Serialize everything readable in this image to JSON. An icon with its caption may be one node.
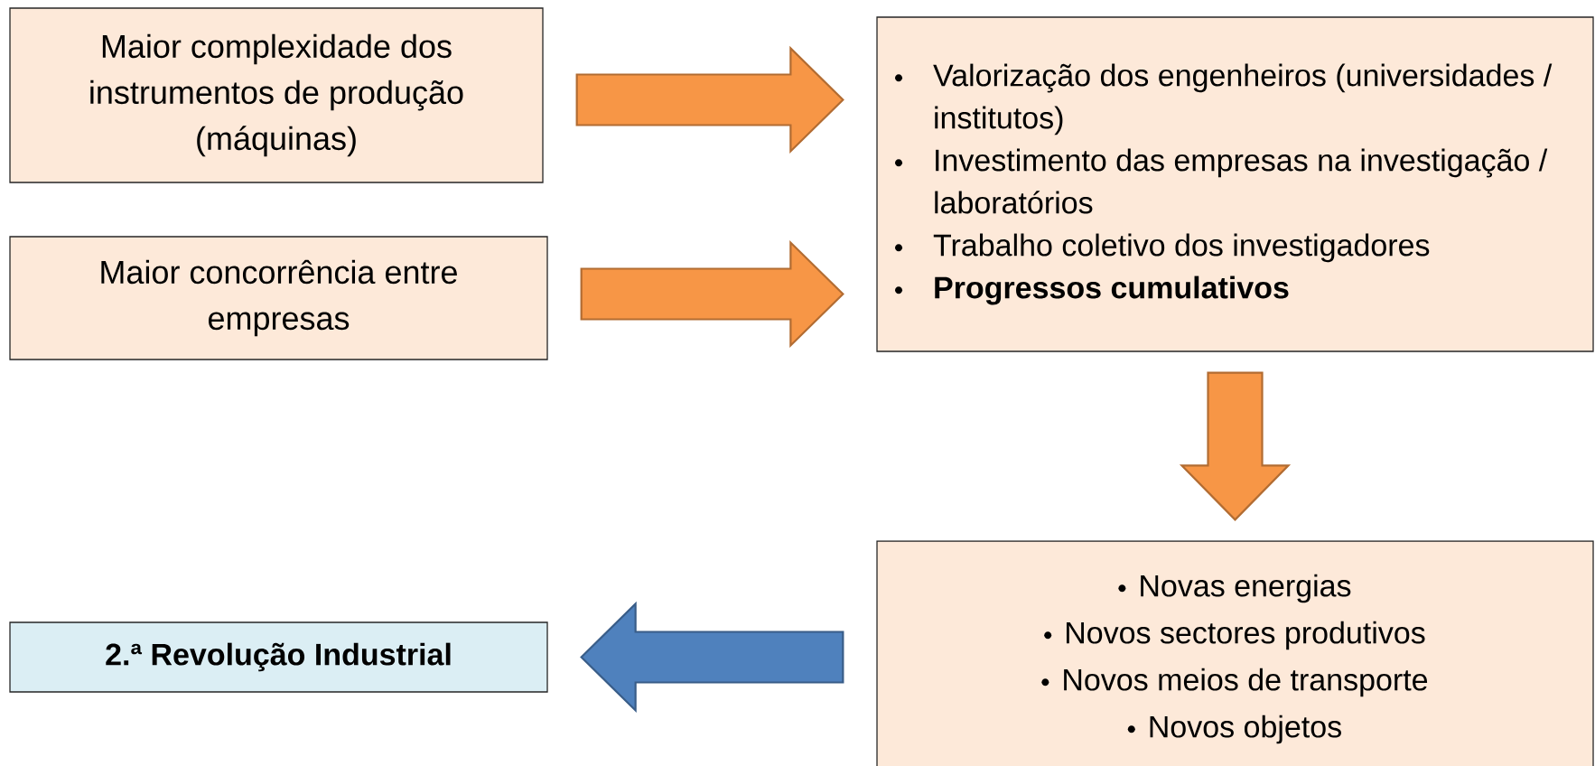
{
  "diagram": {
    "nodes": [
      {
        "text": [
          "Maior complexidade dos instrumentos de produção (máquinas)"
        ]
      },
      {
        "text": [
          "Maior concorrência entre empresas"
        ]
      },
      {
        "text": [
          "Valorização dos engenheiros (universidades / institutos)",
          "Investimento das empresas na investigação / laboratórios",
          "Trabalho coletivo dos investigadores",
          "Progressos cumulativos"
        ]
      },
      {
        "text": [
          "Novas energias",
          "Novos sectores produtivos",
          "Novos meios de transporte",
          "Novos objetos"
        ]
      },
      {
        "text": [
          "2.ª Revolução Industrial"
        ]
      }
    ],
    "edges": [
      {
        "from": 0,
        "to": 2,
        "arrow": "to"
      },
      {
        "from": 1,
        "to": 2,
        "arrow": "to"
      },
      {
        "from": 2,
        "to": 3,
        "arrow": "to"
      },
      {
        "from": 3,
        "to": 4,
        "arrow": "to",
        "color": "#4f81bd"
      }
    ]
  }
}
